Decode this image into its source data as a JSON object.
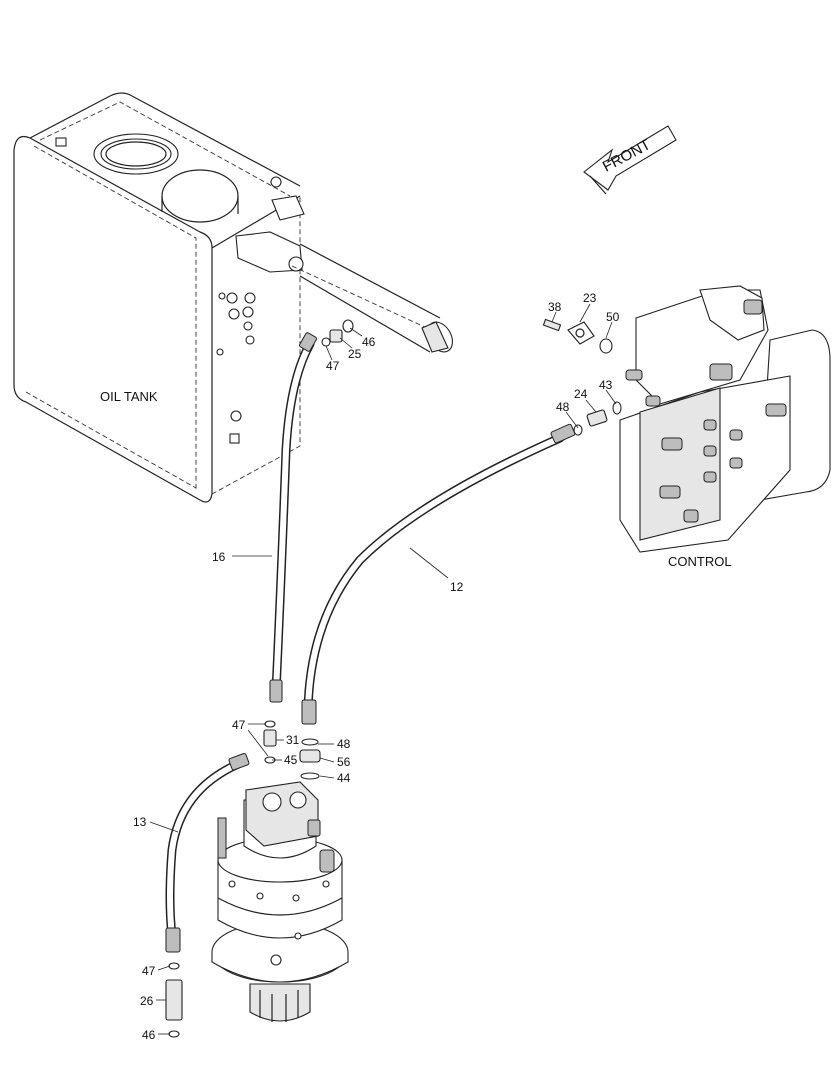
{
  "labels": {
    "oil_tank": "OIL TANK",
    "control": "CONTROL",
    "front": "FRONT"
  },
  "callouts": {
    "c16": "16",
    "c12": "12",
    "c13": "13",
    "c38": "38",
    "c23": "23",
    "c50": "50",
    "c46_top": "46",
    "c25": "25",
    "c47_top": "47",
    "c24": "24",
    "c43": "43",
    "c48_top": "48",
    "c47_mid": "47",
    "c31": "31",
    "c45": "45",
    "c48_mid": "48",
    "c56": "56",
    "c44": "44",
    "c47_bottom": "47",
    "c26": "26",
    "c46_bottom": "46"
  }
}
